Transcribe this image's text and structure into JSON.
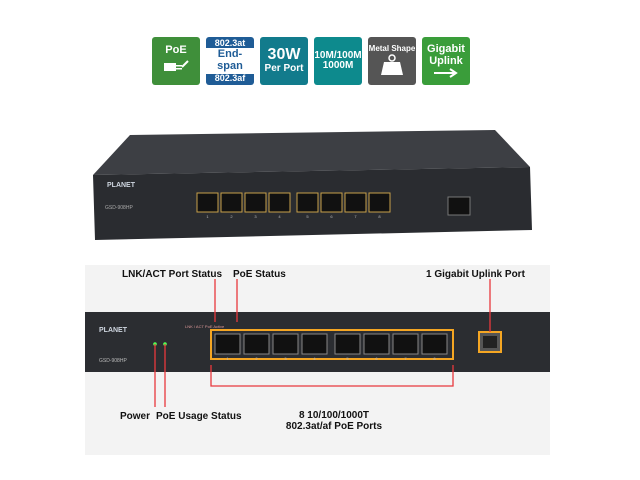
{
  "badges": {
    "poe": "PoE",
    "standards": {
      "top": "802.3at",
      "mid": "End-span",
      "bottom": "802.3af"
    },
    "power": {
      "big": "30W",
      "small": "Per Port"
    },
    "speed": {
      "line1": "10M/100M",
      "line2": "1000M"
    },
    "metal": "Metal Shape",
    "uplink": {
      "line1": "Gigabit",
      "line2": "Uplink"
    }
  },
  "device": {
    "brand": "PLANET",
    "model": "GSD-908HP",
    "port_numbers": [
      "1",
      "2",
      "3",
      "4",
      "5",
      "6",
      "7",
      "8"
    ],
    "led_legend": "LNK / ACT   PoE Active"
  },
  "callouts": {
    "lnk_act": "LNK/ACT Port Status",
    "poe_status": "PoE Status",
    "uplink_port": "1 Gigabit Uplink Port",
    "power": "Power",
    "poe_usage": "PoE Usage Status",
    "ports_line1": "8 10/100/1000T",
    "ports_line2": "802.3at/af PoE Ports"
  },
  "colors": {
    "callout_line": "#e8383d",
    "port_highlight": "#f5a623"
  }
}
